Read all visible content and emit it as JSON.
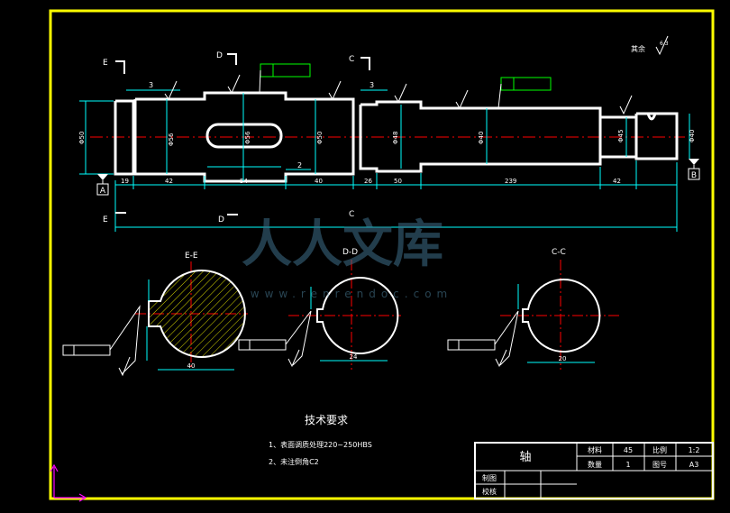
{
  "title_block": {
    "part_name": "轴",
    "material_label": "材料",
    "material_value": "45",
    "scale_label": "比例",
    "scale_value": "1:2",
    "quantity_label": "数量",
    "quantity_value": "1",
    "drawing_no_label": "图号",
    "drawing_no_value": "A3",
    "drawn_label": "制图",
    "checked_label": "校核"
  },
  "tech_req": {
    "title": "技术要求",
    "items": [
      "1、表面调质处理220~250HBS",
      "2、未注倒角C2"
    ]
  },
  "roughness_note": "其余",
  "roughness_symbol_value": "6.3",
  "section_labels": {
    "e": "E",
    "d": "D",
    "c": "C",
    "ee": "E-E",
    "dd": "D-D",
    "cc": "C-C"
  },
  "datum_labels": {
    "a": "A",
    "b": "B"
  },
  "dims_small": [
    "3",
    "3",
    "2"
  ],
  "dims_lengths": [
    "19",
    "42",
    "54",
    "40",
    "26",
    "50",
    "239",
    "42"
  ],
  "dims_diameters": [
    "Φ50",
    "Φ56",
    "Φ56",
    "Φ50",
    "Φ48",
    "Φ40",
    "Φ45",
    "Φ40"
  ],
  "section_dims": [
    "40",
    "24",
    "20"
  ],
  "watermark": {
    "brand": "人人文库",
    "url": "www.renrendoc.com"
  }
}
